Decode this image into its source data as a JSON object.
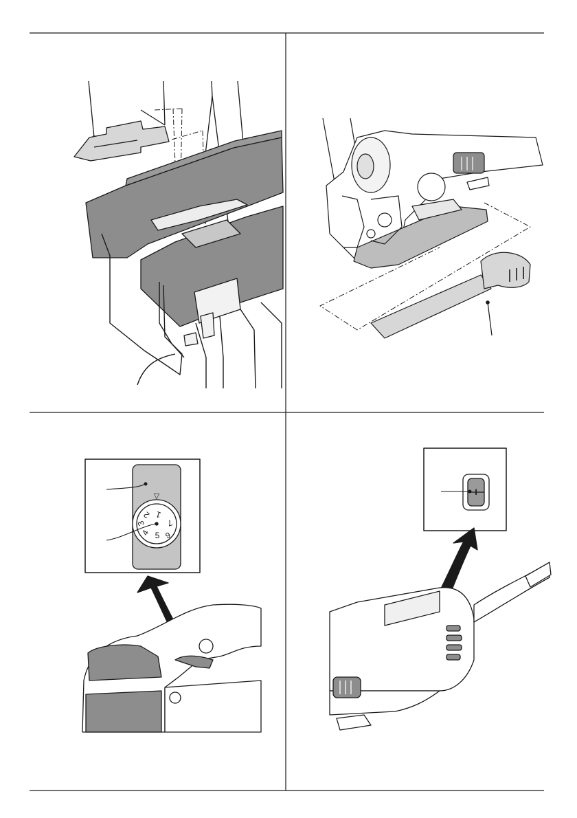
{
  "page": {
    "panels": [
      {
        "id": "top-left",
        "label": "",
        "subject": "blade-guide-attachment"
      },
      {
        "id": "top-right",
        "label": "",
        "subject": "dust-extraction-adapter"
      },
      {
        "id": "bottom-left",
        "label": "",
        "subject": "speed-dial"
      },
      {
        "id": "bottom-right",
        "label": "",
        "subject": "switch-lock"
      }
    ],
    "dial": {
      "numbers": [
        "1",
        "2",
        "3",
        "4",
        "5",
        "6",
        "7"
      ],
      "pointer_glyph": "▽"
    },
    "switch": {
      "marking": "I"
    },
    "colors": {
      "line": "#1a1a1a",
      "fill_dark": "#8c8c8c",
      "fill_mid": "#bdbdbd",
      "fill_light": "#e3e3e3"
    }
  }
}
